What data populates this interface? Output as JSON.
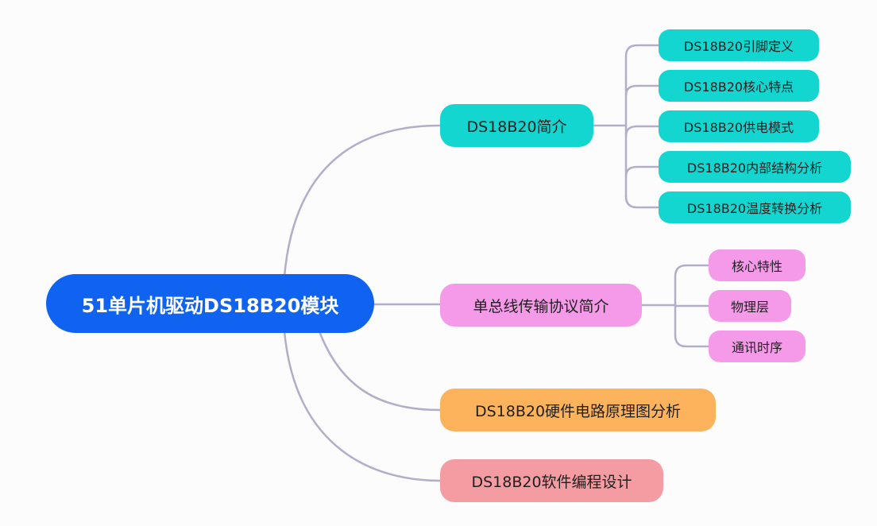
{
  "mindmap": {
    "root": {
      "label": "51单片机驱动DS18B20模块",
      "color": "#0f63f0"
    },
    "link_color": "#b3adc9",
    "branches": [
      {
        "label": "DS18B20简介",
        "color": "#14d6d1",
        "children": [
          {
            "label": "DS18B20引脚定义"
          },
          {
            "label": "DS18B20核心特点"
          },
          {
            "label": "DS18B20供电模式"
          },
          {
            "label": "DS18B20内部结构分析"
          },
          {
            "label": "DS18B20温度转换分析"
          }
        ]
      },
      {
        "label": "单总线传输协议简介",
        "color": "#f59ae8",
        "children": [
          {
            "label": "核心特性"
          },
          {
            "label": "物理层"
          },
          {
            "label": "通讯时序"
          }
        ]
      },
      {
        "label": "DS18B20硬件电路原理图分析",
        "color": "#fdb25c",
        "children": []
      },
      {
        "label": "DS18B20软件编程设计",
        "color": "#f59ca3",
        "children": []
      }
    ]
  }
}
